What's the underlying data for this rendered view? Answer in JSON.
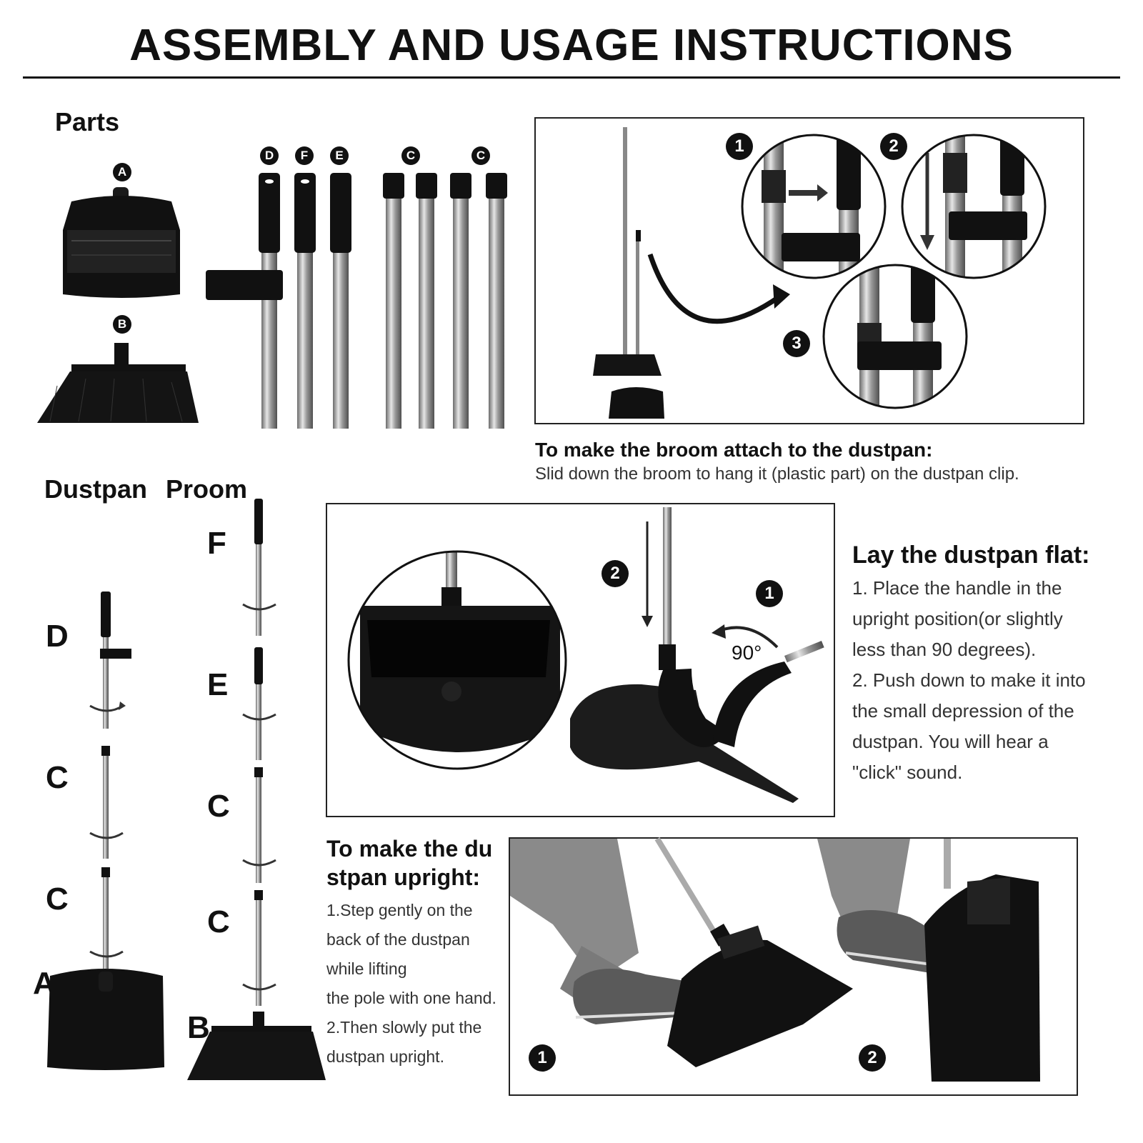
{
  "title": "ASSEMBLY AND USAGE INSTRUCTIONS",
  "parts": {
    "heading": "Parts",
    "badges": [
      "A",
      "B",
      "D",
      "F",
      "E",
      "C",
      "C"
    ]
  },
  "attach": {
    "steps": [
      "1",
      "2",
      "3"
    ],
    "title": "To make the broom attach to the dustpan:",
    "body": "Slid down the broom to hang it (plastic part) on the dustpan clip."
  },
  "assembly": {
    "dustpan_label": "Dustpan",
    "broom_label": "Proom",
    "dustpan_column": [
      "D",
      "C",
      "C",
      "A"
    ],
    "broom_column": [
      "F",
      "E",
      "C",
      "C",
      "B"
    ]
  },
  "flat": {
    "steps": [
      "2",
      "1"
    ],
    "angle": "90°",
    "title": "Lay the dustpan flat:",
    "lines": [
      "1. Place the handle in the",
      "upright position(or slightly",
      "less than 90 degrees).",
      "2. Push down to make it into",
      "the small depression of the",
      "dustpan. You will hear a",
      "\"click\" sound."
    ]
  },
  "upright": {
    "title_line1": "To make the du",
    "title_line2": "stpan upright:",
    "lines": [
      "1.Step gently on the",
      "back of the dustpan",
      "while lifting",
      "the pole with one hand.",
      "2.Then slowly put the",
      "dustpan upright."
    ],
    "steps": [
      "1",
      "2"
    ]
  }
}
